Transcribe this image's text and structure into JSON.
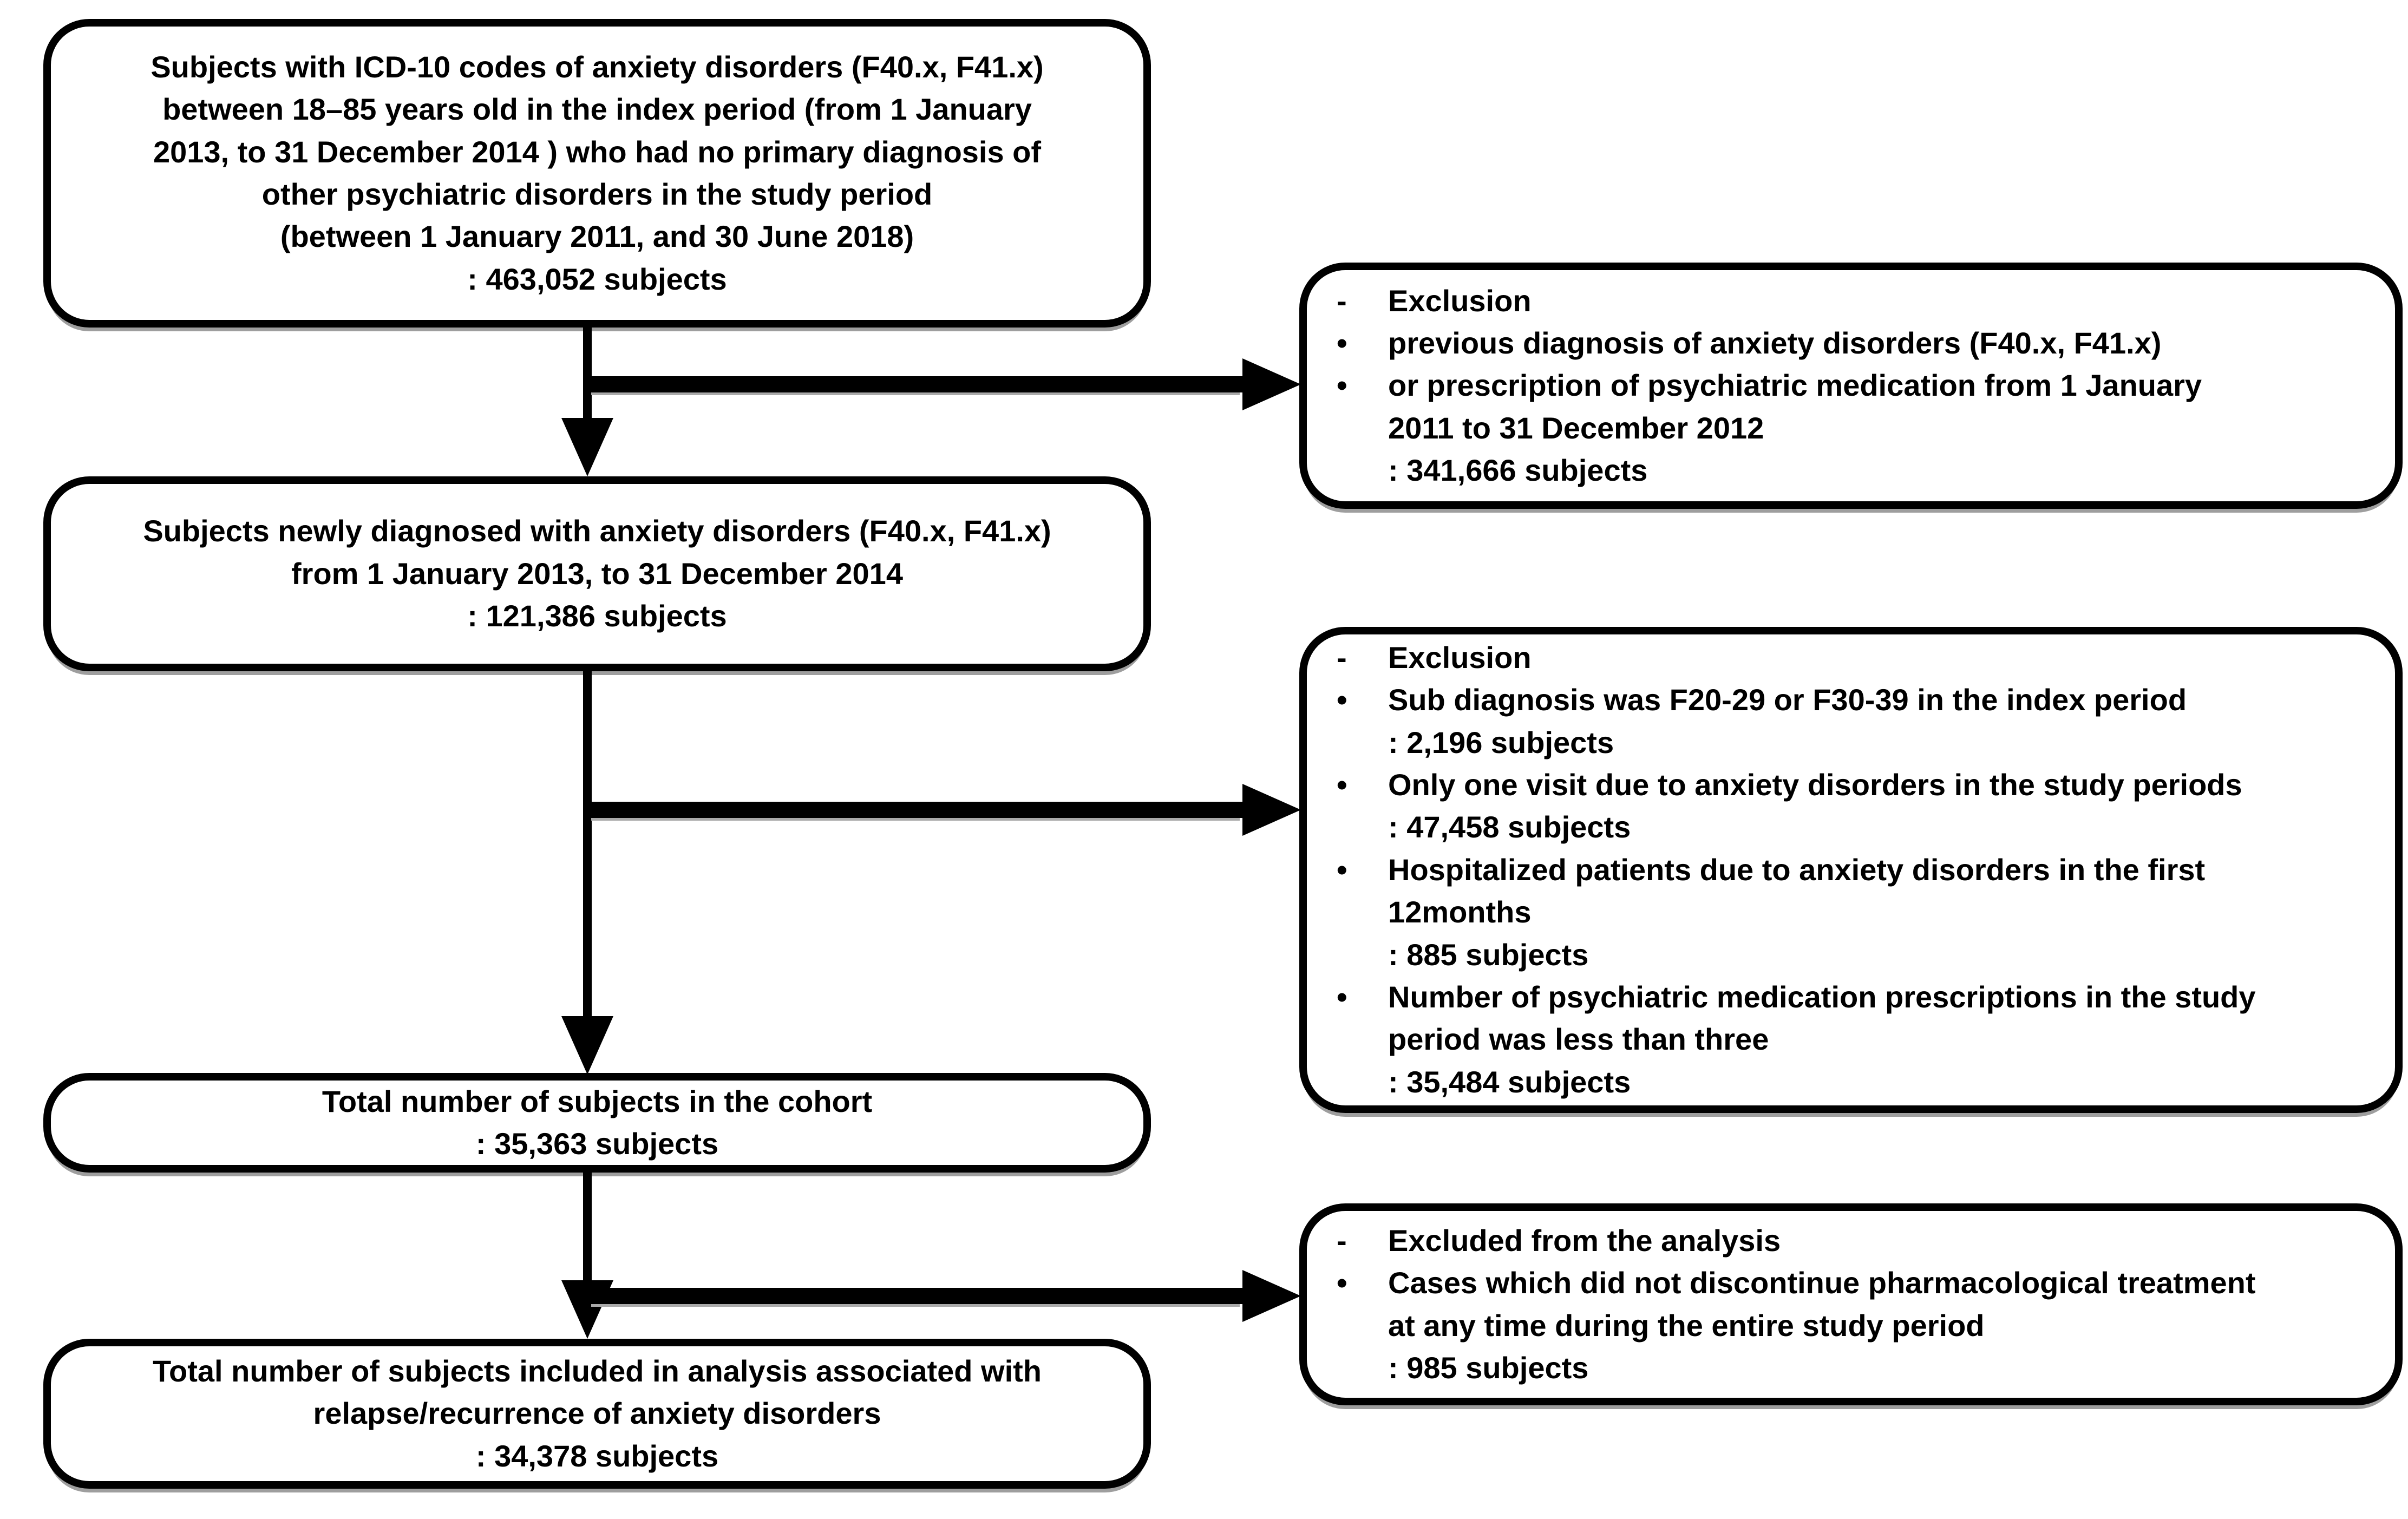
{
  "figure": {
    "type": "cohort-selection-flowchart",
    "background_color": "#ffffff",
    "box_border_color": "#000000",
    "box_fill_color": "#ffffff",
    "shadow_color": "#9e9e9e",
    "arrow_color": "#000000"
  },
  "flow": {
    "boxes": [
      {
        "name": "eligible-subjects",
        "text": "Subjects with ICD-10 codes of anxiety disorders (F40.x, F41.x)\nbetween 18–85 years old in the index period (from 1 January\n2013, to 31 December 2014 ) who had no primary diagnosis of\nother psychiatric disorders in the study period\n(between 1 January 2011, and 30 June 2018)\n: 463,052 subjects"
      },
      {
        "name": "newly-diagnosed",
        "text": "Subjects newly diagnosed with anxiety disorders (F40.x, F41.x)\nfrom 1 January 2013, to 31 December 2014\n: 121,386 subjects"
      },
      {
        "name": "cohort-total",
        "text": "Total number of subjects in the cohort\n: 35,363 subjects"
      },
      {
        "name": "analysis-total",
        "text": "Total number of subjects included in analysis associated with\nrelapse/recurrence of anxiety disorders\n: 34,378 subjects"
      }
    ],
    "exclusions": [
      {
        "name": "exclusion-1",
        "items": [
          {
            "marker": "-",
            "text": "Exclusion"
          },
          {
            "marker": "•",
            "text": "previous diagnosis of anxiety disorders (F40.x, F41.x)"
          },
          {
            "marker": "•",
            "text": "or prescription of psychiatric medication from 1 January\n2011 to 31 December 2012\n: 341,666 subjects"
          }
        ]
      },
      {
        "name": "exclusion-2",
        "items": [
          {
            "marker": "-",
            "text": "Exclusion"
          },
          {
            "marker": "•",
            "text": "Sub diagnosis was F20-29 or F30-39 in the index period\n: 2,196 subjects"
          },
          {
            "marker": "•",
            "text": "Only one visit due to anxiety disorders in the study periods\n: 47,458 subjects"
          },
          {
            "marker": "•",
            "text": "Hospitalized patients due to anxiety disorders in the first\n12months\n: 885 subjects"
          },
          {
            "marker": "•",
            "text": "Number of psychiatric medication prescriptions in the study\nperiod was less than three\n: 35,484 subjects"
          }
        ]
      },
      {
        "name": "exclusion-analysis",
        "items": [
          {
            "marker": "-",
            "text": "Excluded from the analysis"
          },
          {
            "marker": "•",
            "text": "Cases which did not discontinue pharmacological treatment\nat any time during the entire study period\n: 985 subjects"
          }
        ]
      }
    ]
  }
}
